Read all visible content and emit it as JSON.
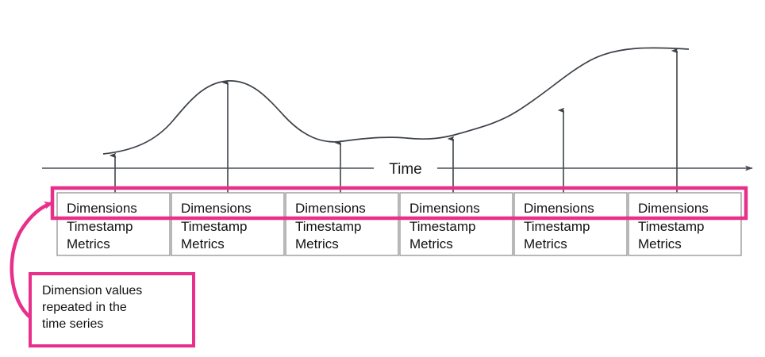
{
  "diagram": {
    "title_axis": "Time",
    "accent_color": "#E8308A",
    "curve_color": "#3c4148",
    "box_border_color": "#9a9a9a",
    "text_color": "#121212"
  },
  "chart_data": {
    "type": "line",
    "title": "",
    "xlabel": "Time",
    "ylabel": "",
    "grid": false,
    "legend": null,
    "x": [
      0,
      1,
      2,
      3,
      4,
      5
    ],
    "series": [
      {
        "name": "metric",
        "values": [
          18,
          110,
          34,
          37,
          75,
          150
        ],
        "note": "smooth wave: low start, peak at sample 2, trough near samples 3-4, rising to max at sample 6"
      }
    ],
    "samples": [
      {
        "index": 1,
        "arrow_x": 145,
        "curve_y": 194
      },
      {
        "index": 2,
        "arrow_x": 287,
        "curve_y": 102
      },
      {
        "index": 3,
        "arrow_x": 429,
        "curve_y": 178
      },
      {
        "index": 4,
        "arrow_x": 571,
        "curve_y": 172
      },
      {
        "index": 5,
        "arrow_x": 710,
        "curve_y": 137
      },
      {
        "index": 6,
        "arrow_x": 853,
        "curve_y": 62
      }
    ]
  },
  "records": {
    "row_labels": {
      "dimensions": "Dimensions",
      "timestamp": "Timestamp",
      "metrics": "Metrics"
    },
    "items": [
      {
        "dimensions": "Dimensions",
        "timestamp": "Timestamp",
        "metrics": "Metrics"
      },
      {
        "dimensions": "Dimensions",
        "timestamp": "Timestamp",
        "metrics": "Metrics"
      },
      {
        "dimensions": "Dimensions",
        "timestamp": "Timestamp",
        "metrics": "Metrics"
      },
      {
        "dimensions": "Dimensions",
        "timestamp": "Timestamp",
        "metrics": "Metrics"
      },
      {
        "dimensions": "Dimensions",
        "timestamp": "Timestamp",
        "metrics": "Metrics"
      },
      {
        "dimensions": "Dimensions",
        "timestamp": "Timestamp",
        "metrics": "Metrics"
      }
    ]
  },
  "callout": {
    "lines": [
      "Dimension values",
      "repeated in the",
      "time series"
    ],
    "line1": "Dimension values",
    "line2": "repeated in the",
    "line3": "time series"
  }
}
